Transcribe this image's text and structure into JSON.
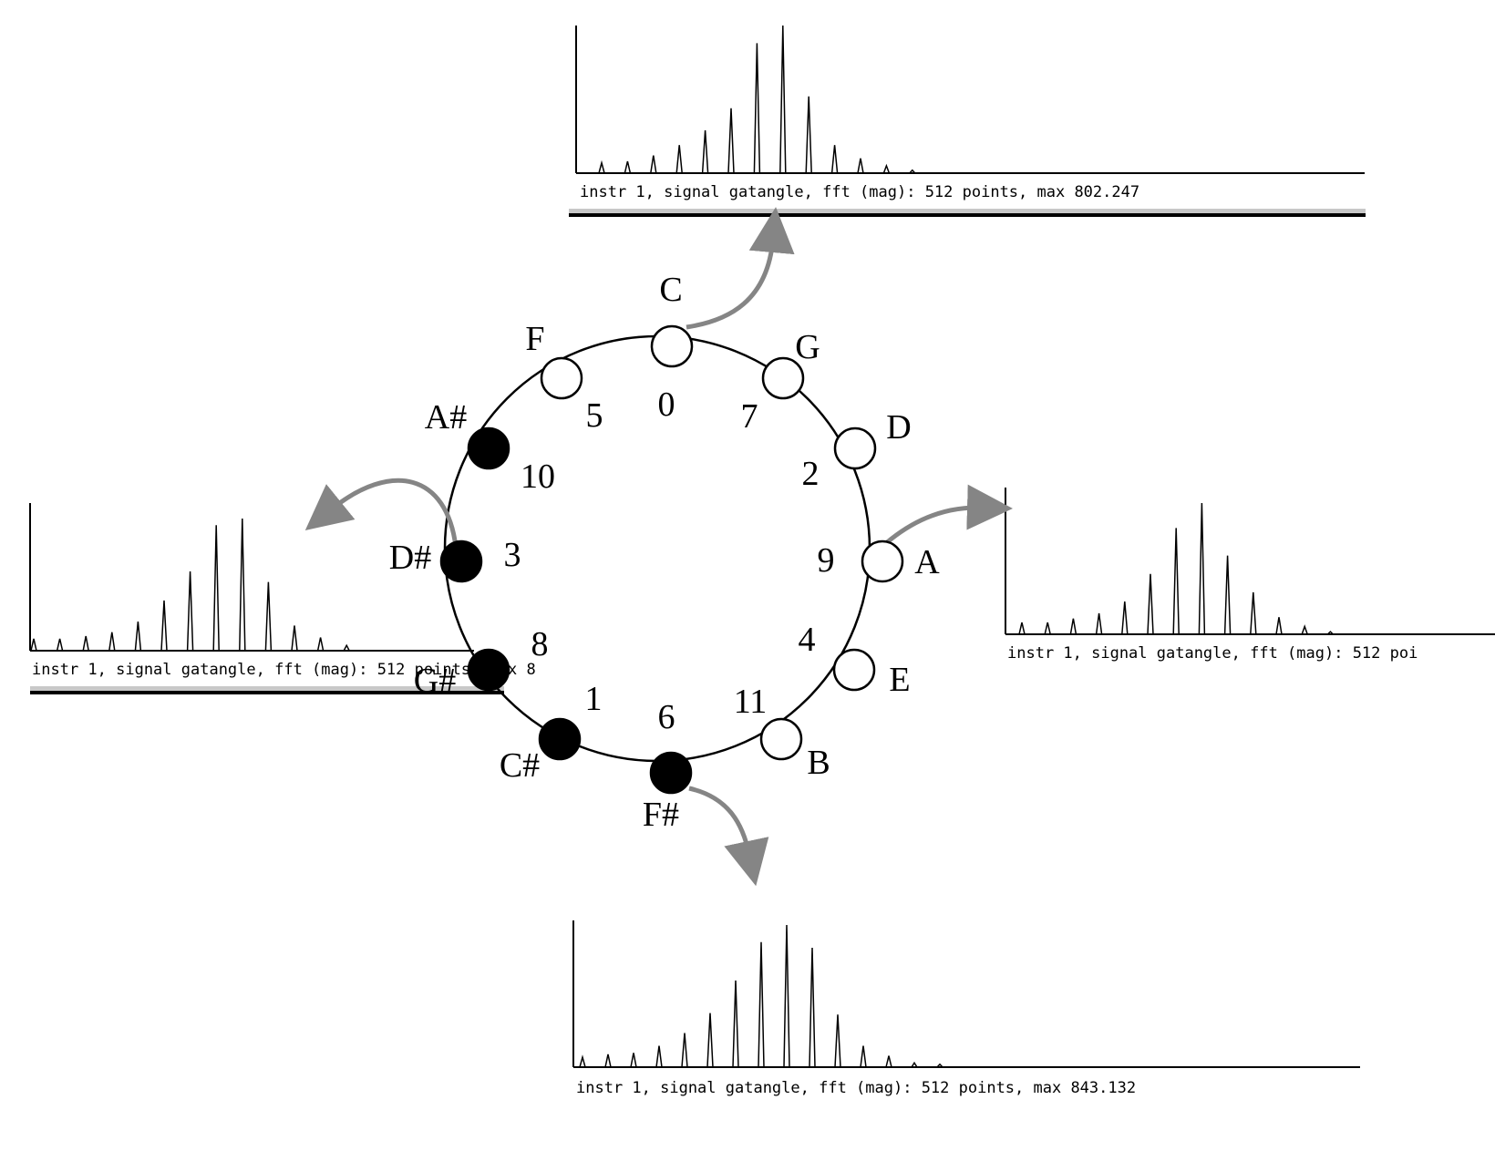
{
  "circle_of_fifths": {
    "nodes": [
      {
        "note": "C",
        "number": "0",
        "filled": false
      },
      {
        "note": "G",
        "number": "7",
        "filled": false
      },
      {
        "note": "D",
        "number": "2",
        "filled": false
      },
      {
        "note": "A",
        "number": "9",
        "filled": false
      },
      {
        "note": "E",
        "number": "4",
        "filled": false
      },
      {
        "note": "B",
        "number": "11",
        "filled": false
      },
      {
        "note": "F#",
        "number": "6",
        "filled": true
      },
      {
        "note": "C#",
        "number": "1",
        "filled": true
      },
      {
        "note": "G#",
        "number": "8",
        "filled": true
      },
      {
        "note": "D#",
        "number": "3",
        "filled": true
      },
      {
        "note": "A#",
        "number": "10",
        "filled": true
      },
      {
        "note": "F",
        "number": "5",
        "filled": false
      }
    ]
  },
  "fft_plots": {
    "top": {
      "caption": "instr 1, signal gatangle, fft (mag):  512 points, max 802.247",
      "peaks": [
        0.07,
        0.08,
        0.12,
        0.19,
        0.29,
        0.44,
        0.88,
        1.0,
        0.52,
        0.19,
        0.1,
        0.05,
        0.02
      ]
    },
    "left": {
      "caption": "instr 1, signal gatangle, fft (mag):  512 points, max 8",
      "peaks": [
        0.09,
        0.09,
        0.11,
        0.14,
        0.22,
        0.38,
        0.6,
        0.95,
        1.0,
        0.52,
        0.19,
        0.1,
        0.04
      ]
    },
    "right": {
      "caption": "instr 1, signal gatangle, fft (mag):  512 poi",
      "peaks": [
        0.09,
        0.09,
        0.12,
        0.16,
        0.25,
        0.46,
        0.81,
        1.0,
        0.6,
        0.32,
        0.13,
        0.06,
        0.02
      ]
    },
    "bottom": {
      "caption": "instr 1, signal gatangle, fft (mag):  512 points, max 843.132",
      "peaks": [
        0.07,
        0.09,
        0.1,
        0.15,
        0.24,
        0.38,
        0.61,
        0.88,
        1.0,
        0.84,
        0.37,
        0.15,
        0.08,
        0.03,
        0.02
      ]
    }
  },
  "colors": {
    "arrow": "#858585",
    "stroke": "#000000",
    "rule_gray": "#c8c8c8"
  }
}
